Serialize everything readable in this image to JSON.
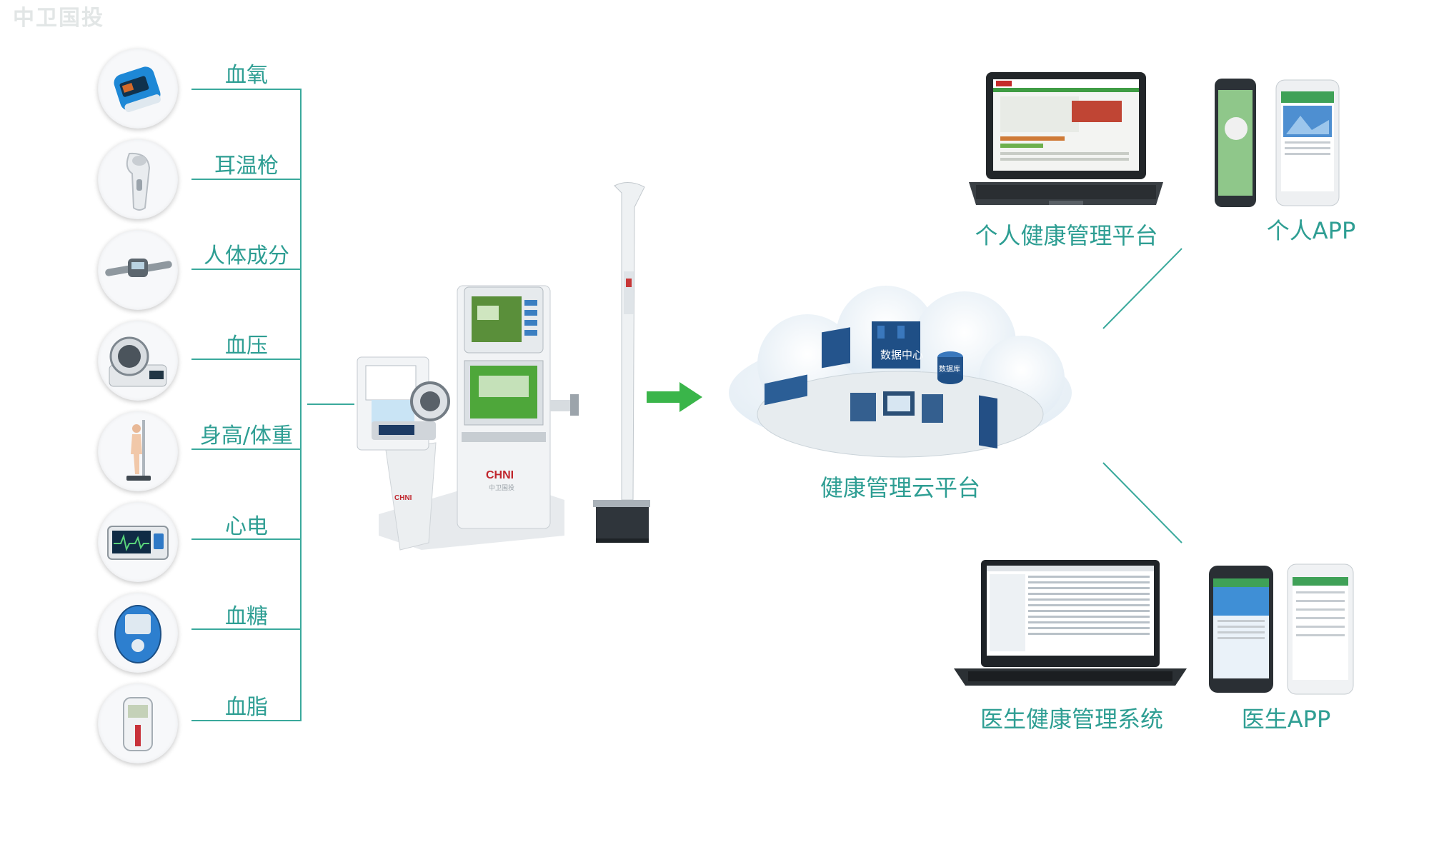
{
  "watermark": "中卫国投",
  "devices": [
    {
      "label": "血氧",
      "icon": "oximeter-icon"
    },
    {
      "label": "耳温枪",
      "icon": "ear-thermometer-icon"
    },
    {
      "label": "人体成分",
      "icon": "body-composition-icon"
    },
    {
      "label": "血压",
      "icon": "blood-pressure-icon"
    },
    {
      "label": "身高/体重",
      "icon": "height-weight-icon"
    },
    {
      "label": "心电",
      "icon": "ecg-icon"
    },
    {
      "label": "血糖",
      "icon": "glucose-meter-icon"
    },
    {
      "label": "血脂",
      "icon": "lipid-meter-icon"
    }
  ],
  "kiosk": {
    "brand": "CHNI",
    "brand_sub": "中卫国投"
  },
  "cloud": {
    "label": "健康管理云平台",
    "datacenter": "数据中心",
    "database": "数据库"
  },
  "outputs": {
    "personal_platform": "个人健康管理平台",
    "personal_app": "个人APP",
    "doctor_system": "医生健康管理系统",
    "doctor_app": "医生APP"
  },
  "colors": {
    "accent": "#2e9e93",
    "line": "#3aa99c",
    "arrow": "#3ab54a",
    "cloud_blue": "#1e5e94"
  }
}
